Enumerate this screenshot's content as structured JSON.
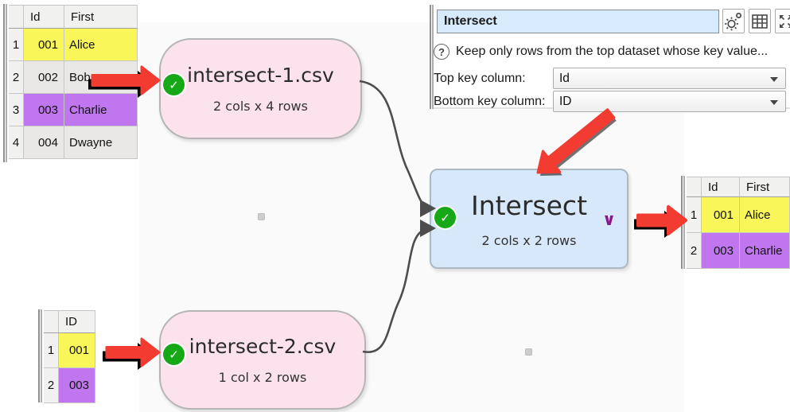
{
  "colors": {
    "yellow": "#f9f65a",
    "purple": "#c076ef",
    "row-gray": "#e9e8e6",
    "node-pink": "#fbe2ec",
    "node-blue": "#d6e8f9",
    "check-green": "#17a817",
    "arrow-red": "#f23b31",
    "chevron-purple": "#8b158b",
    "edge-gray": "#4d4d4d",
    "title-blue": "#d8eafd"
  },
  "panel": {
    "title_value": "Intersect",
    "help_icon": "?",
    "help_text": "Keep only rows from the top dataset whose key value...",
    "top_key": {
      "label": "Top key column:",
      "value": "Id"
    },
    "bottom_key": {
      "label": "Bottom key column:",
      "value": "ID"
    }
  },
  "nodes": {
    "source1": {
      "title": "intersect-1.csv",
      "subtitle": "2 cols x 4 rows",
      "check": "✓"
    },
    "source2": {
      "title": "intersect-2.csv",
      "subtitle": "1 col x 2 rows",
      "check": "✓"
    },
    "transform": {
      "title": "Intersect",
      "subtitle": "2 cols x 2 rows",
      "check": "✓",
      "chevron": "∨"
    }
  },
  "tables": {
    "top_left": {
      "headers": [
        "Id",
        "First"
      ],
      "rows": [
        {
          "num": "1",
          "id": "001",
          "first": "Alice",
          "hl": "yellow"
        },
        {
          "num": "2",
          "id": "002",
          "first": "Bob",
          "hl": "gray"
        },
        {
          "num": "3",
          "id": "003",
          "first": "Charlie",
          "hl": "purple"
        },
        {
          "num": "4",
          "id": "004",
          "first": "Dwayne",
          "hl": "gray"
        }
      ]
    },
    "bottom_left": {
      "headers": [
        "ID"
      ],
      "rows": [
        {
          "num": "1",
          "id": "001",
          "hl": "yellow"
        },
        {
          "num": "2",
          "id": "003",
          "hl": "purple"
        }
      ]
    },
    "output": {
      "headers": [
        "Id",
        "First"
      ],
      "rows": [
        {
          "num": "1",
          "id": "001",
          "first": "Alice",
          "hl": "yellow"
        },
        {
          "num": "2",
          "id": "003",
          "first": "Charlie",
          "hl": "purple"
        }
      ]
    }
  }
}
